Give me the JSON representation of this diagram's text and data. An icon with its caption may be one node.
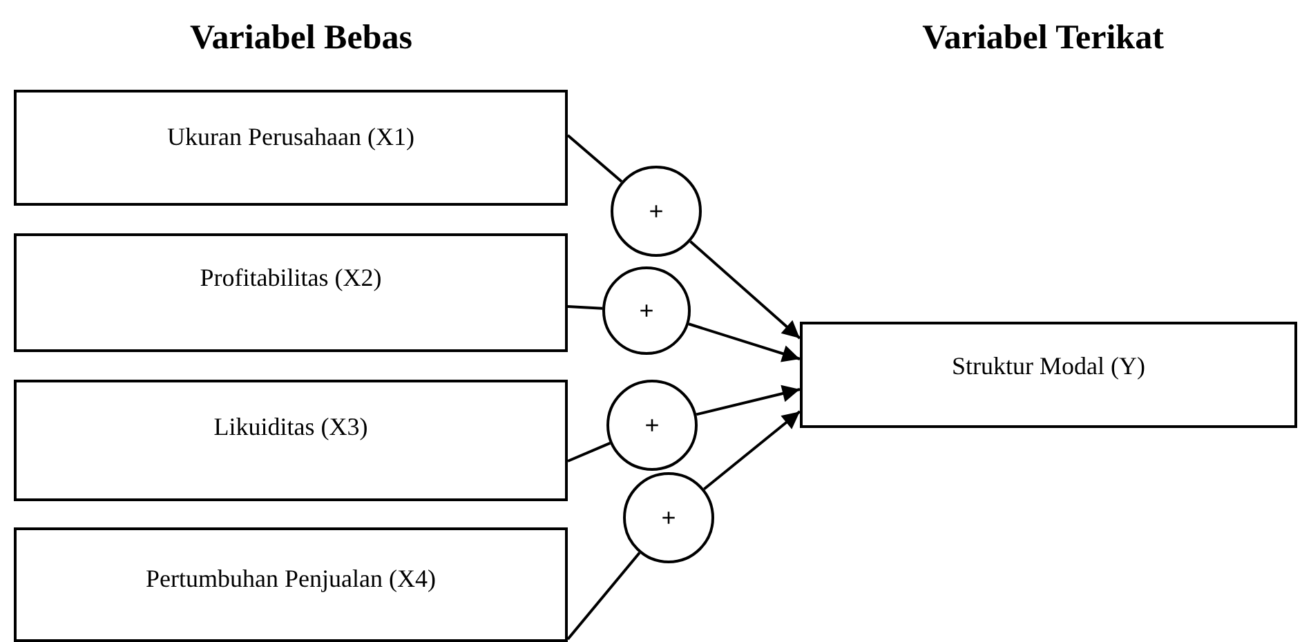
{
  "diagram": {
    "nodes": [
      {
        "text": [
          "Ukuran Perusahaan (X1)"
        ]
      },
      {
        "text": [
          "+"
        ]
      },
      {
        "text": [
          "Profitabilitas (X2)"
        ]
      },
      {
        "text": [
          "+"
        ]
      },
      {
        "text": [
          "Likuiditas (X3)"
        ]
      },
      {
        "text": [
          "+"
        ]
      },
      {
        "text": [
          "Pertumbuhan Penjualan (X4)"
        ]
      },
      {
        "text": [
          "+"
        ]
      },
      {
        "text": [
          "Struktur Modal (Y)"
        ]
      }
    ],
    "edges": [
      {
        "from": 0,
        "to": 1,
        "arrow": "none"
      },
      {
        "from": 1,
        "to": 8,
        "arrow": "to"
      },
      {
        "from": 2,
        "to": 3,
        "arrow": "none"
      },
      {
        "from": 3,
        "to": 8,
        "arrow": "to"
      },
      {
        "from": 4,
        "to": 5,
        "arrow": "none"
      },
      {
        "from": 5,
        "to": 8,
        "arrow": "to"
      },
      {
        "from": 6,
        "to": 7,
        "arrow": "none"
      },
      {
        "from": 7,
        "to": 8,
        "arrow": "to"
      }
    ],
    "labels": [
      "Variabel Bebas",
      "Variabel Terikat"
    ]
  }
}
